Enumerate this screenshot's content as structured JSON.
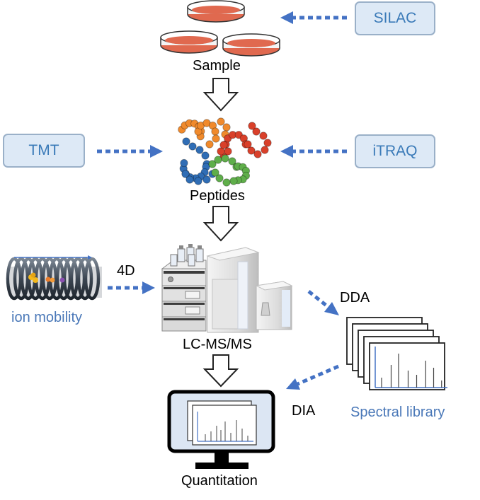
{
  "labels": {
    "silac": "SILAC",
    "tmt": "TMT",
    "itraq": "iTRAQ",
    "sample": "Sample",
    "peptides": "Peptides",
    "lcms": "LC-MS/MS",
    "quantitation": "Quantitation",
    "ion_mobility": "ion mobility",
    "four_d": "4D",
    "dda": "DDA",
    "dia": "DIA",
    "spectral_library": "Spectral library"
  },
  "colors": {
    "arrow_blue": "#4472c4",
    "box_fill": "#dde9f6",
    "box_text": "#3a7ab8",
    "dish_red": "#e0694f",
    "bead_orange": "#f08a2c",
    "bead_blue": "#2f6db5",
    "bead_red": "#d9402a",
    "bead_green": "#5fae4a"
  }
}
